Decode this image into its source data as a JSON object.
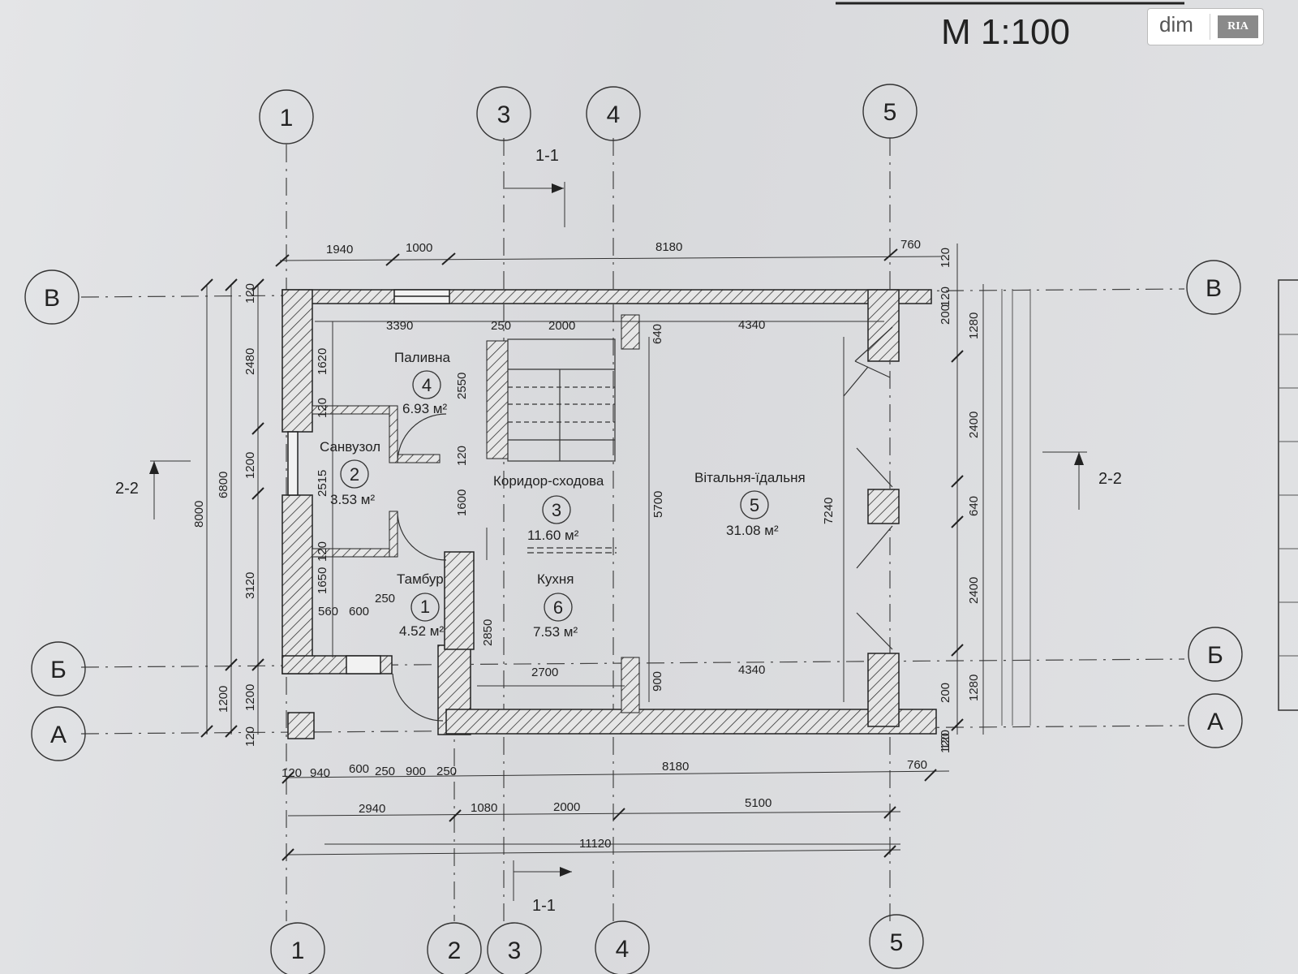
{
  "header": {
    "scale": "М 1:100"
  },
  "watermark": {
    "brand": "dim",
    "mark": "RIA"
  },
  "axes": {
    "top": [
      "1",
      "3",
      "4",
      "5"
    ],
    "bottom": [
      "1",
      "2",
      "3",
      "4",
      "5"
    ],
    "left": [
      "В",
      "Б",
      "А"
    ],
    "right": [
      "В",
      "Б",
      "А"
    ]
  },
  "sections": {
    "s11_top": "1-1",
    "s11_bottom": "1-1",
    "s22_left": "2-2",
    "s22_right": "2-2"
  },
  "rooms": [
    {
      "num": "1",
      "name": "Тамбур",
      "area": "4.52 м²"
    },
    {
      "num": "2",
      "name": "Санвузол",
      "area": "3.53 м²"
    },
    {
      "num": "3",
      "name": "Коридор-сходова",
      "area": "11.60 м²"
    },
    {
      "num": "4",
      "name": "Паливна",
      "area": "6.93 м²"
    },
    {
      "num": "5",
      "name": "Вітальня-їдальня",
      "area": "31.08 м²"
    },
    {
      "num": "6",
      "name": "Кухня",
      "area": "7.53 м²"
    }
  ],
  "dims": {
    "top": [
      "1940",
      "1000",
      "8180",
      "760",
      "120"
    ],
    "inner_top": [
      "3390",
      "250",
      "2000",
      "4340",
      "640"
    ],
    "left_outer": [
      "8000",
      "6800",
      "120",
      "2480",
      "1200",
      "3120",
      "1200",
      "1200",
      "120"
    ],
    "left_inner": [
      "1620",
      "120",
      "2515",
      "120",
      "1650"
    ],
    "center": [
      "2550",
      "120",
      "1600",
      "5700",
      "7240",
      "2850"
    ],
    "right": [
      "120",
      "200",
      "1280",
      "2400",
      "640",
      "2400",
      "1280",
      "200",
      "120"
    ],
    "inner_bottom": [
      "560",
      "600",
      "250",
      "2700",
      "4340",
      "900"
    ],
    "bottom1": [
      "120",
      "940",
      "600",
      "250",
      "900",
      "250",
      "8180",
      "760",
      "120"
    ],
    "bottom2": [
      "2940",
      "1080",
      "2000",
      "5100"
    ],
    "bottom3": [
      "11120"
    ]
  }
}
